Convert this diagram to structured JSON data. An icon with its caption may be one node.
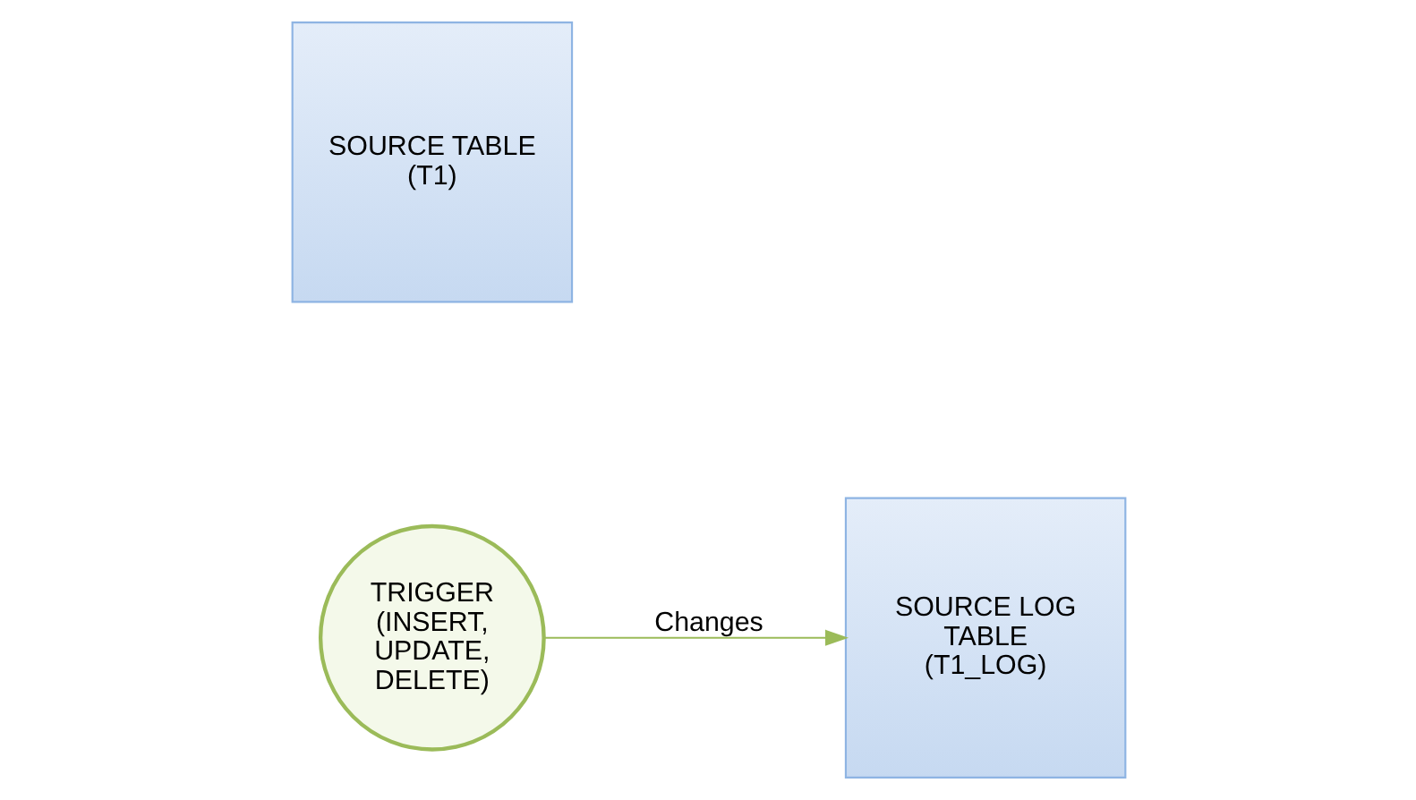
{
  "diagram": {
    "nodes": [
      {
        "text": [
          "SOURCE TABLE (T1)"
        ]
      },
      {
        "text": [
          "SOURCE LOG TABLE (T1_LOG)"
        ]
      },
      {
        "text": [
          "TRIGGER (INSERT, UPDATE, DELETE)"
        ]
      }
    ],
    "edges": [
      {
        "from": 2,
        "to": 1,
        "arrow": "to",
        "label": "Changes"
      }
    ]
  }
}
